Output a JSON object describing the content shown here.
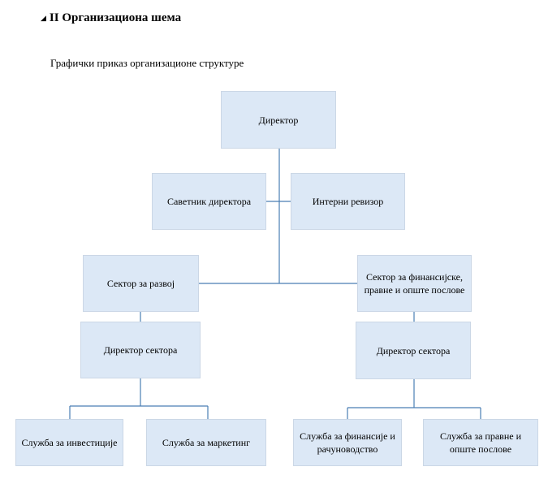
{
  "section": {
    "title": "II Организациона шема",
    "subtitle": "Графички приказ организационе структуре"
  },
  "chart": {
    "director": "Директор",
    "advisor": "Саветник директора",
    "auditor": "Интерни ревизор",
    "sector_dev": "Сектор за развој",
    "sector_fin": "Сектор за финансијске, правне и опште послове",
    "sector_dev_director": "Директор сектора",
    "sector_fin_director": "Директор сектора",
    "svc_investments": "Служба за инвестиције",
    "svc_marketing": "Служба за маркетинг",
    "svc_finance": "Служба за финансије и рачуноводство",
    "svc_legal": "Служба за правне и опште послове"
  },
  "colors": {
    "box_fill": "#dce8f6",
    "connector": "#4a7eb3"
  }
}
